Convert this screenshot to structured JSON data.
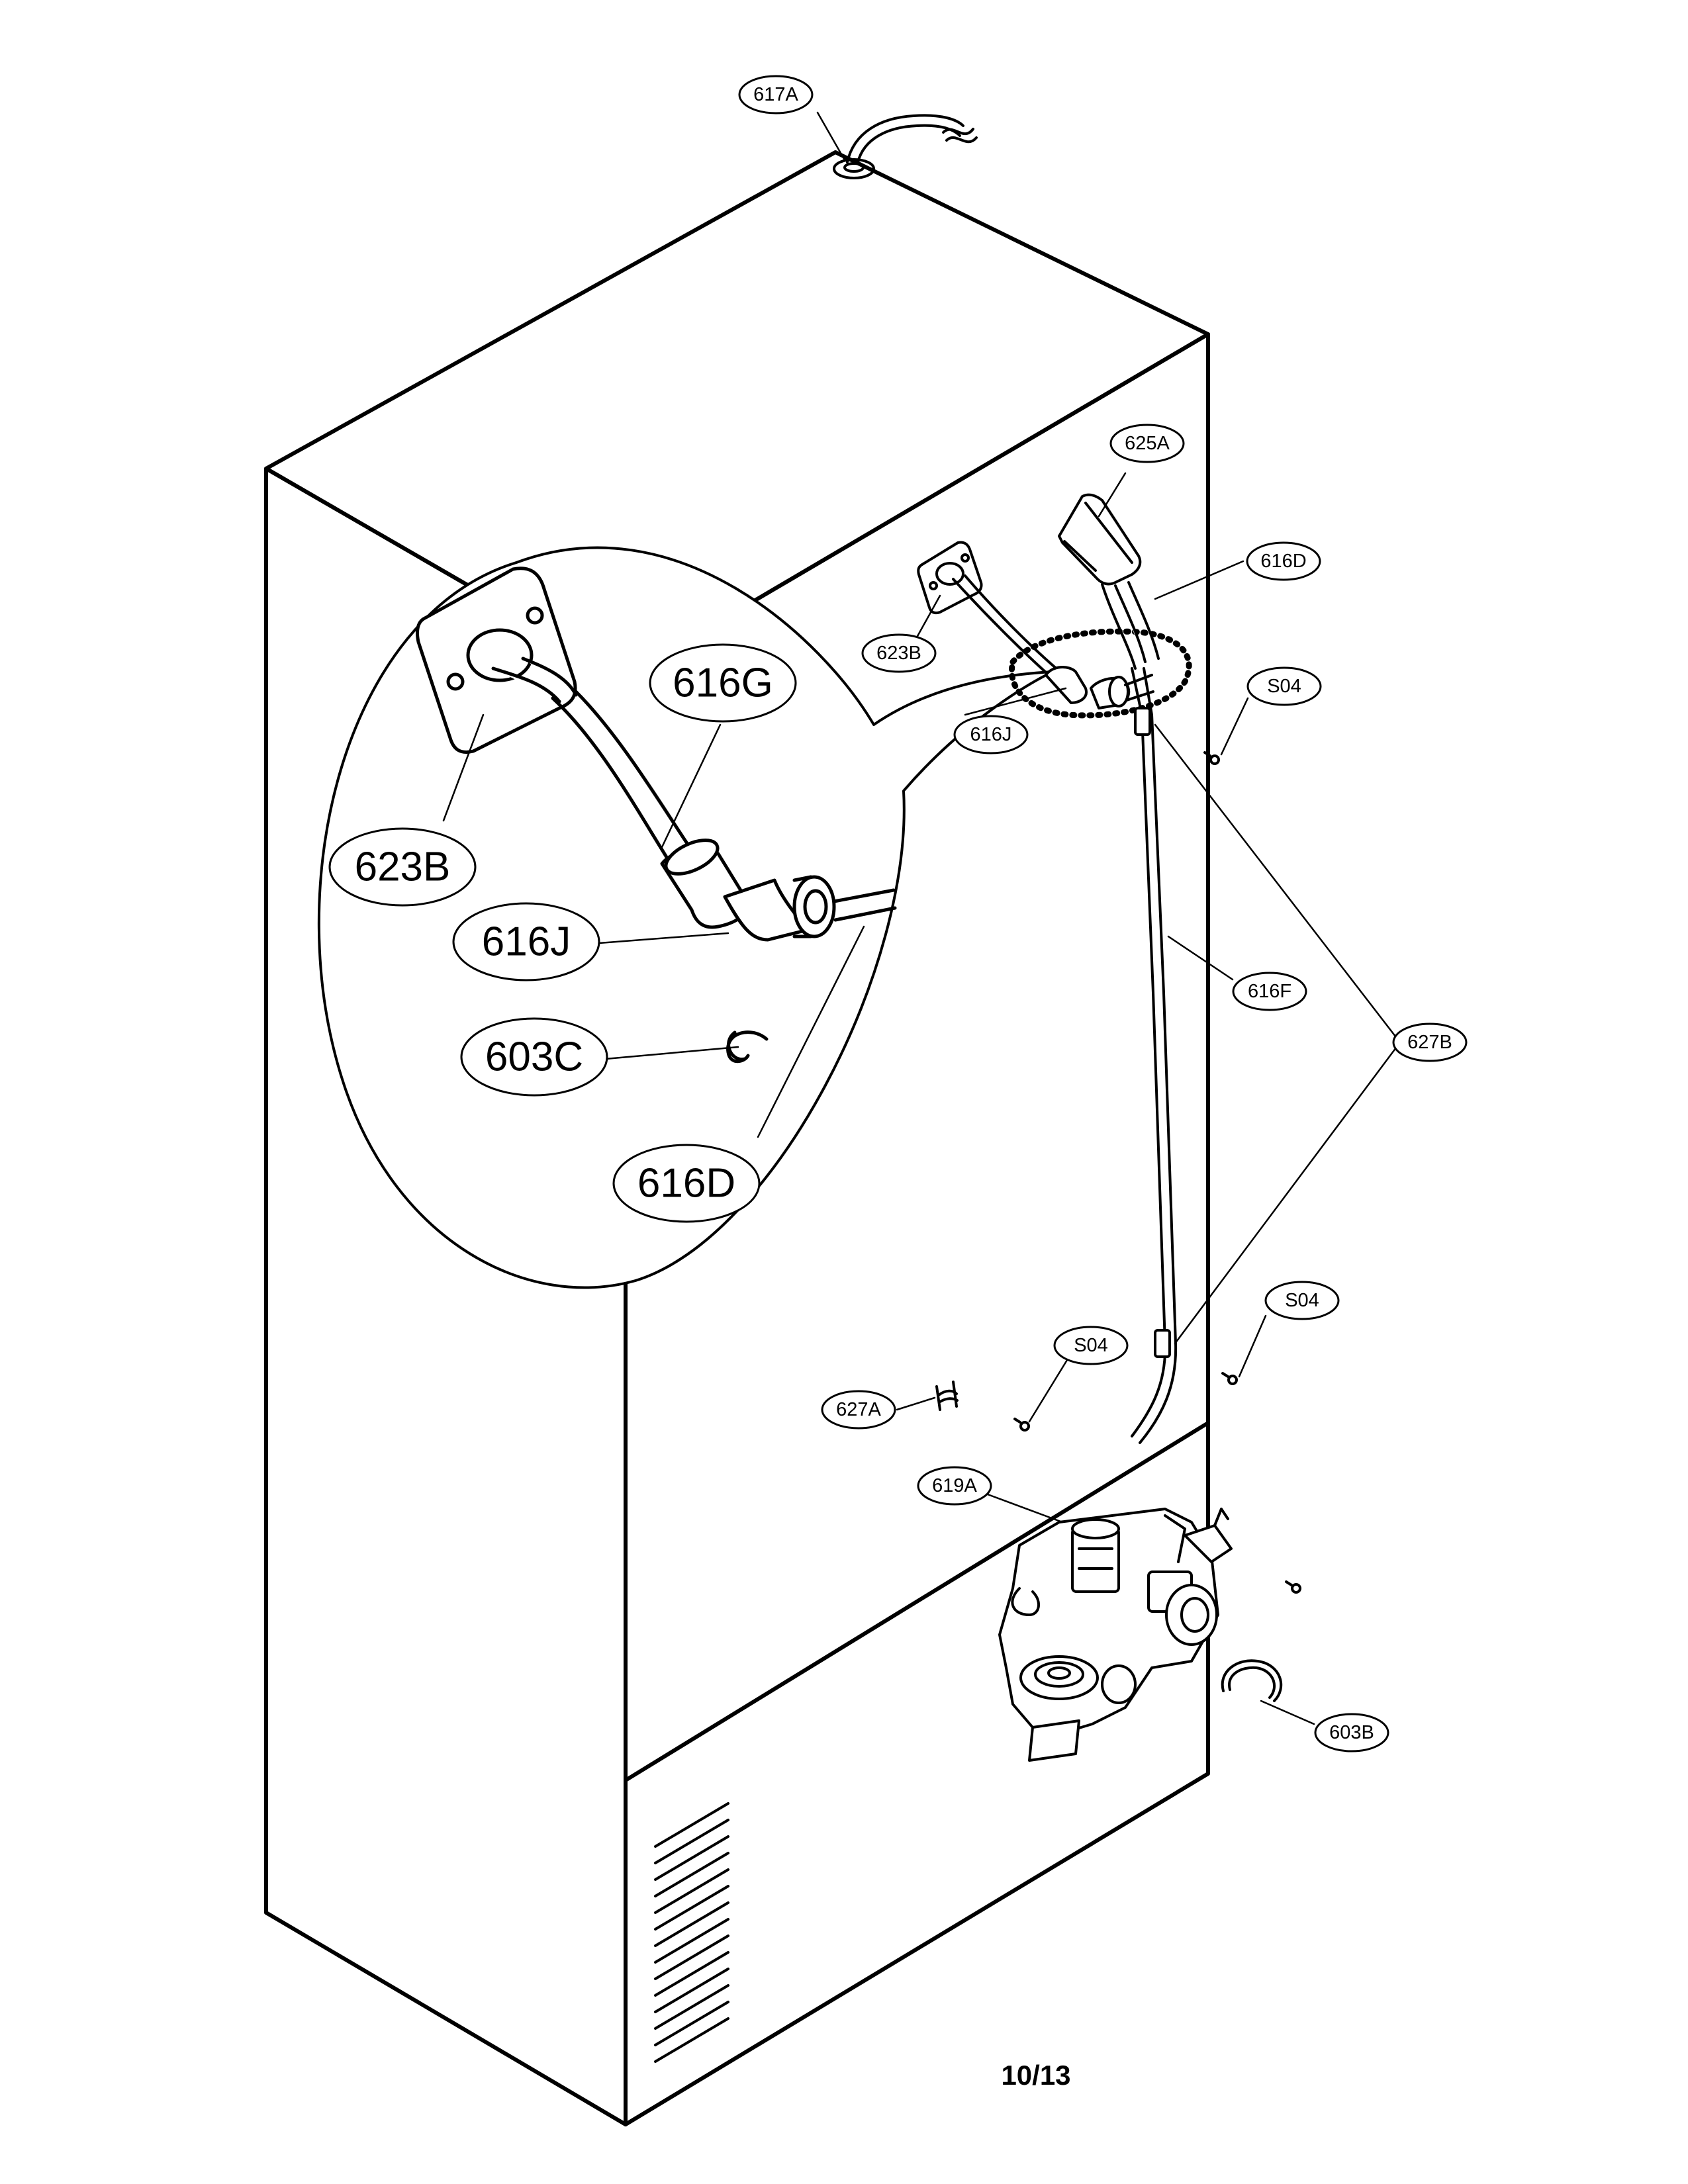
{
  "labels": {
    "l617A": "617A",
    "l625A": "625A",
    "l616D_small": "616D",
    "l623B_small": "623B",
    "l616J_small": "616J",
    "l616F": "616F",
    "l627B": "627B",
    "l627A": "627A",
    "l619A": "619A",
    "l603B": "603B",
    "lS04_top": "S04",
    "lS04_mid": "S04",
    "lS04_low": "S04",
    "l616G_big": "616G",
    "l623B_big": "623B",
    "l616J_big": "616J",
    "l603C_big": "603C",
    "l616D_big": "616D"
  },
  "page_number": "10/13"
}
